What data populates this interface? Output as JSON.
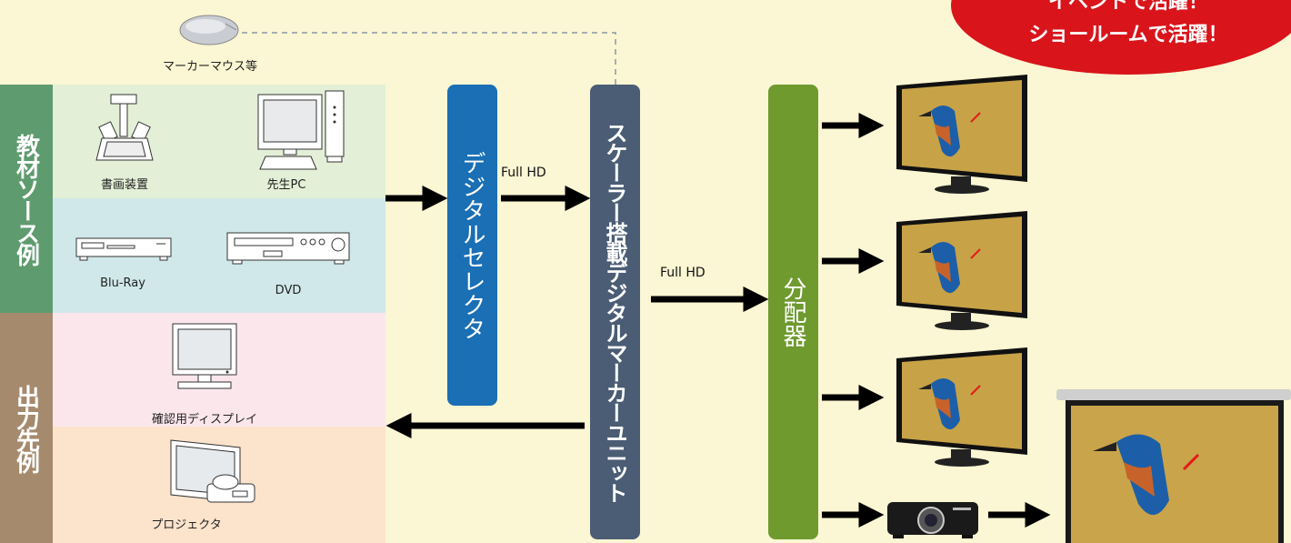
{
  "banner": {
    "line1": "イベントで活躍！",
    "line2": "ショールームで活躍！"
  },
  "mouse_label": "マーカーマウス等",
  "categories": {
    "input": "教材ソース例",
    "output": "出力先例"
  },
  "devices": {
    "document_camera": "書画装置",
    "teacher_pc": "先生PC",
    "bluray": "Blu-Ray",
    "dvd": "DVD",
    "confirm_display": "確認用ディスプレイ",
    "projector": "プロジェクタ"
  },
  "blocks": {
    "selector": "デジタルセレクタ",
    "marker_unit": "スケーラー搭載デジタルマーカーユニット",
    "splitter": "分配器"
  },
  "signals": {
    "selector_out": "Full HD",
    "unit_out": "Full HD"
  },
  "colors": {
    "background": "#fbf6d3",
    "input_category": "#5e9b6e",
    "output_category": "#a58a6e",
    "selector": "#1a6fb5",
    "marker_unit": "#4b5d75",
    "splitter": "#6e9a2e",
    "banner": "#d9141b"
  }
}
